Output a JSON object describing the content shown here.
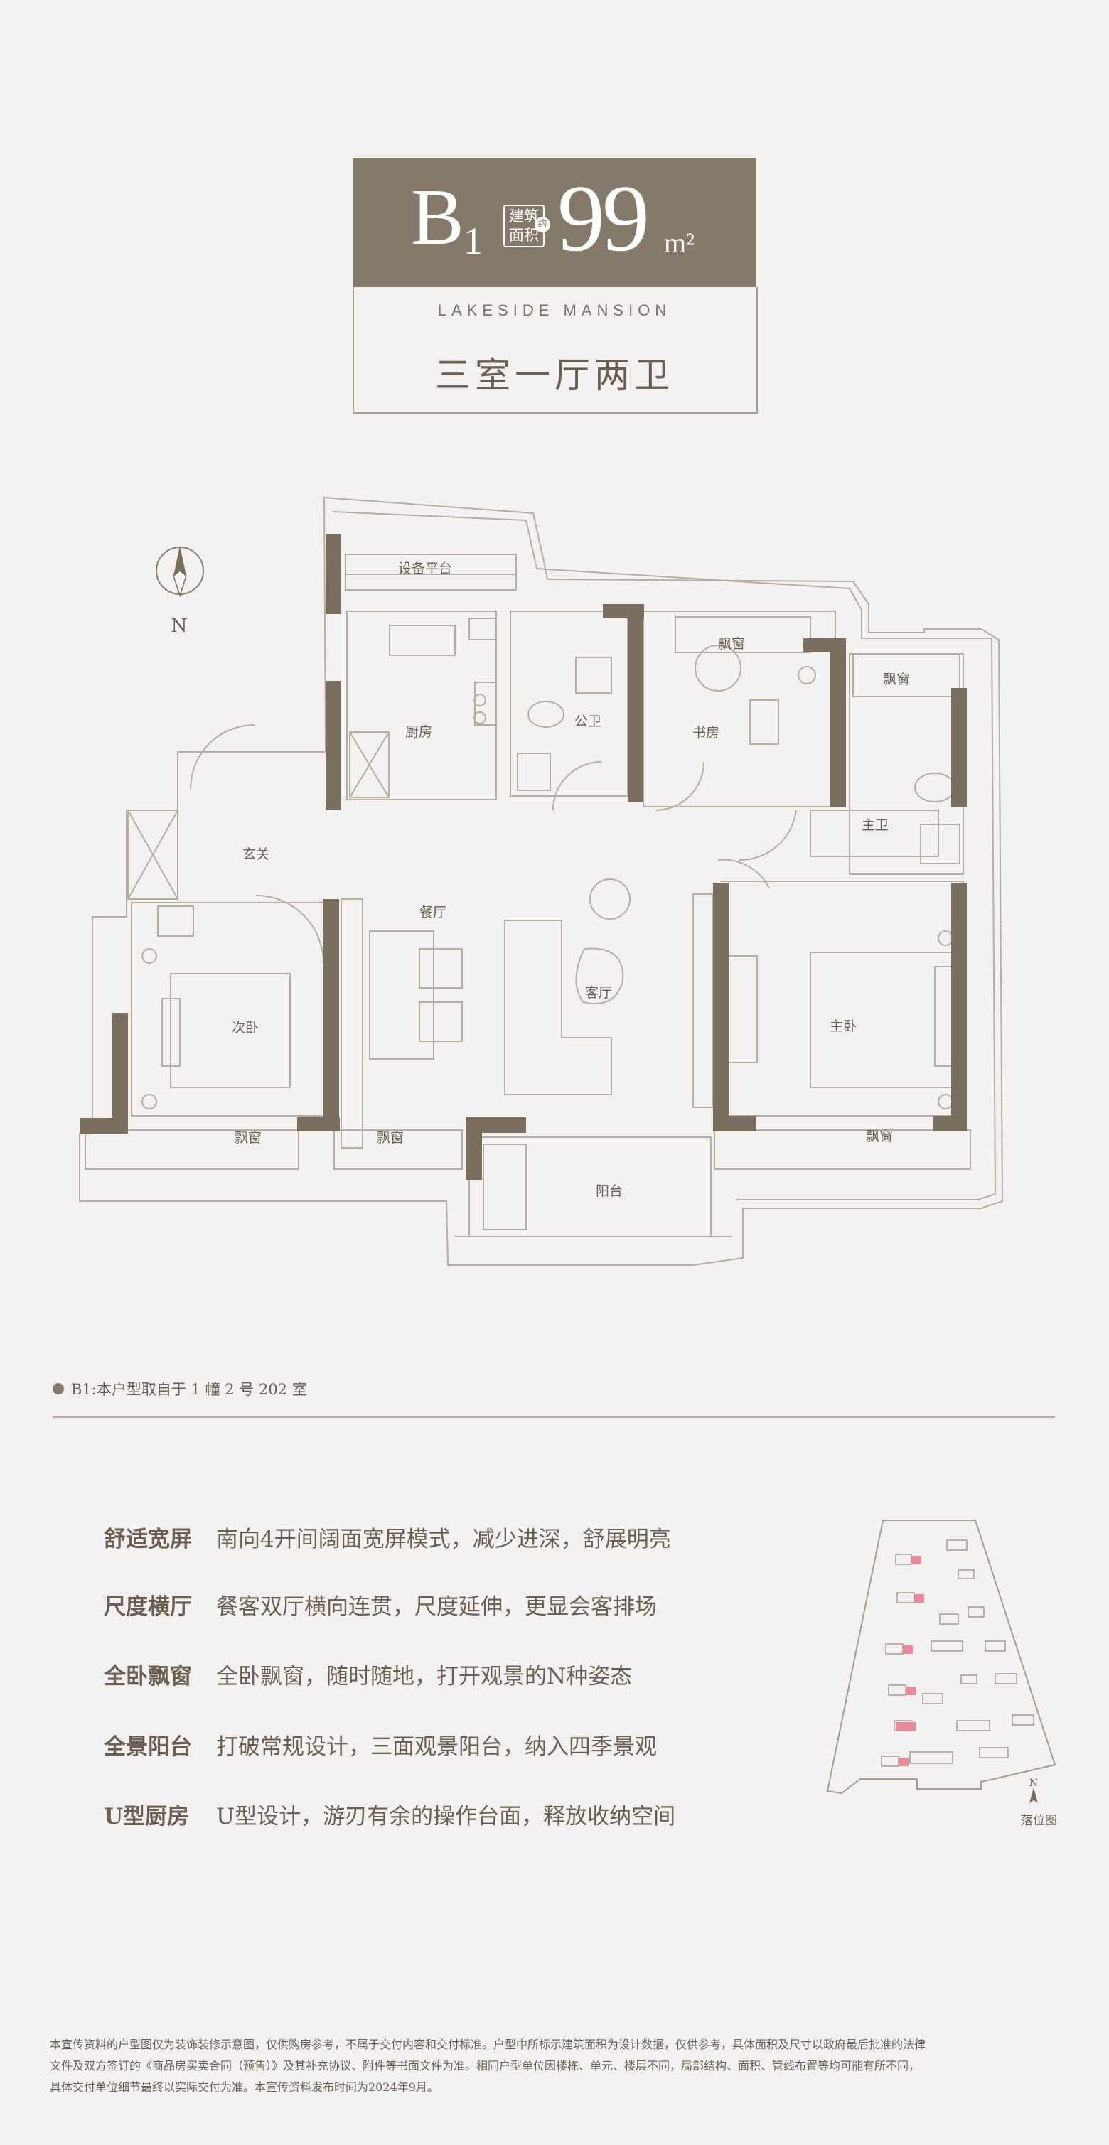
{
  "header": {
    "unit_code": "B",
    "unit_code_sub": "1",
    "area_label": "建筑面积",
    "area_prefix": "约",
    "area_value": "99",
    "area_unit": "m²",
    "project_name": "LAKESIDE MANSION",
    "layout_type": "三室一厅两卫"
  },
  "compass": {
    "label": "N"
  },
  "rooms": {
    "equipment_platform": "设备平台",
    "kitchen": "厨房",
    "public_bath": "公卫",
    "study": "书房",
    "bay_window_study": "飘窗",
    "bay_window_master_bath": "飘窗",
    "master_bath": "主卫",
    "foyer": "玄关",
    "dining": "餐厅",
    "living": "客厅",
    "second_bedroom": "次卧",
    "master_bedroom": "主卧",
    "bay_window_second": "飘窗",
    "bay_window_dining": "飘窗",
    "bay_window_master": "飘窗",
    "balcony": "阳台"
  },
  "note": "B1:本户型取自于 1 幢 2 号 202 室",
  "features": [
    {
      "title": "舒适宽屏",
      "desc": "南向4开间阔面宽屏模式，减少进深，舒展明亮"
    },
    {
      "title": "尺度横厅",
      "desc": "餐客双厅横向连贯，尺度延伸，更显会客排场"
    },
    {
      "title": "全卧飘窗",
      "desc": "全卧飘窗，随时随地，打开观景的N种姿态"
    },
    {
      "title": "全景阳台",
      "desc": "打破常规设计，三面观景阳台，纳入四季景观"
    },
    {
      "title": "U型厨房",
      "desc": "U型设计，游刃有余的操作台面，释放收纳空间"
    }
  ],
  "site_map": {
    "label": "落位图",
    "compass": "N"
  },
  "disclaimer": [
    "本宣传资料的户型图仅为装饰装修示意图，仅供购房参考，不属于交付内容和交付标准。户型中所标示建筑面积为设计数据，仅供参考，具体面积及尺寸以政府最后批准的法律",
    "文件及双方签订的《商品房买卖合同（预售）》及其补充协议、附件等书面文件为准。相同户型单位因楼栋、单元、楼层不同，局部结构、面积、管线布置等均可能有所不同，",
    "具体交付单位细节最终以实际交付为准。本宣传资料发布时间为2024年9月。"
  ],
  "colors": {
    "brand": "#857a69",
    "wall": "#7a6e5f",
    "line": "#b8aea0",
    "background": "#f3f2f0",
    "highlight": "#e88a9c"
  }
}
